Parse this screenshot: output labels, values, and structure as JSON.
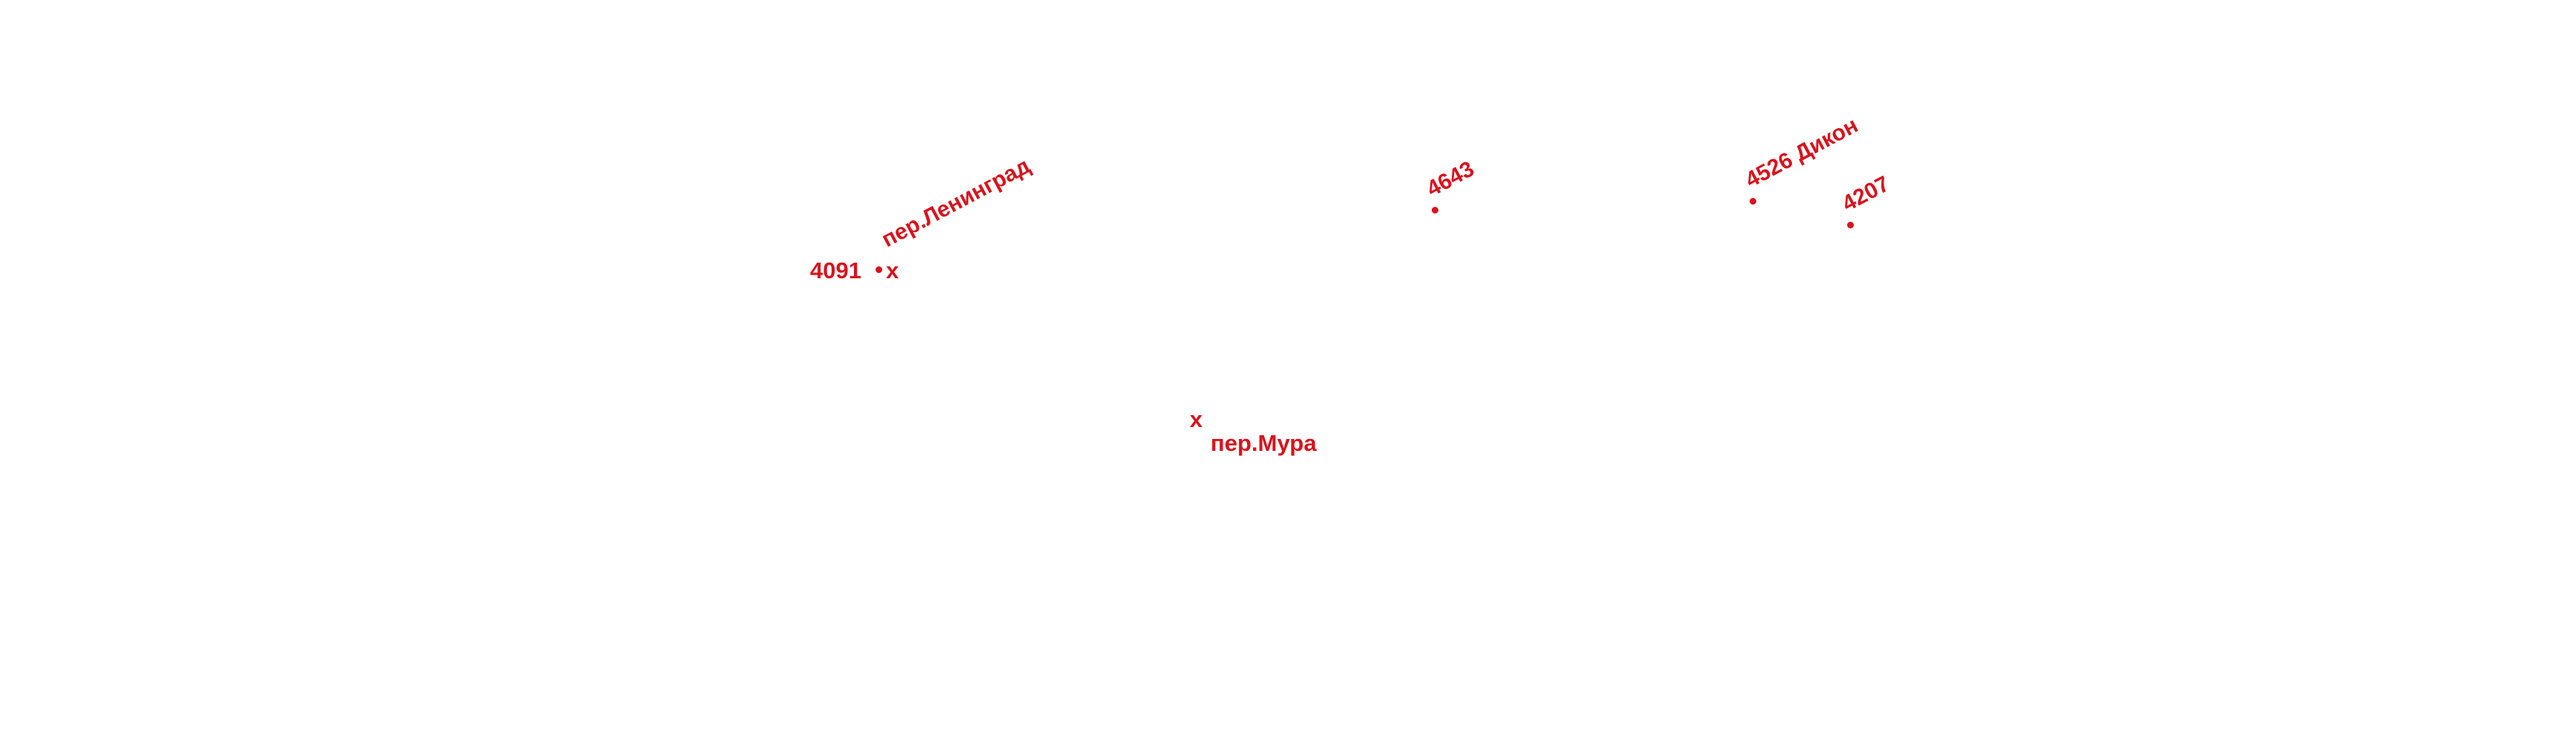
{
  "map": {
    "label_color": "#d7141e",
    "background": "#ffffff",
    "points": [
      {
        "id": "p4091",
        "label": "4091"
      },
      {
        "id": "p4643",
        "label": "4643"
      },
      {
        "id": "p4526",
        "label": "4526 Дикон"
      },
      {
        "id": "p4207",
        "label": "4207"
      }
    ],
    "crossings": [
      {
        "id": "leningrad",
        "marker": "x",
        "label": "пер.Ленинград"
      },
      {
        "id": "mura",
        "marker": "x",
        "label": "пер.Мура"
      }
    ]
  }
}
